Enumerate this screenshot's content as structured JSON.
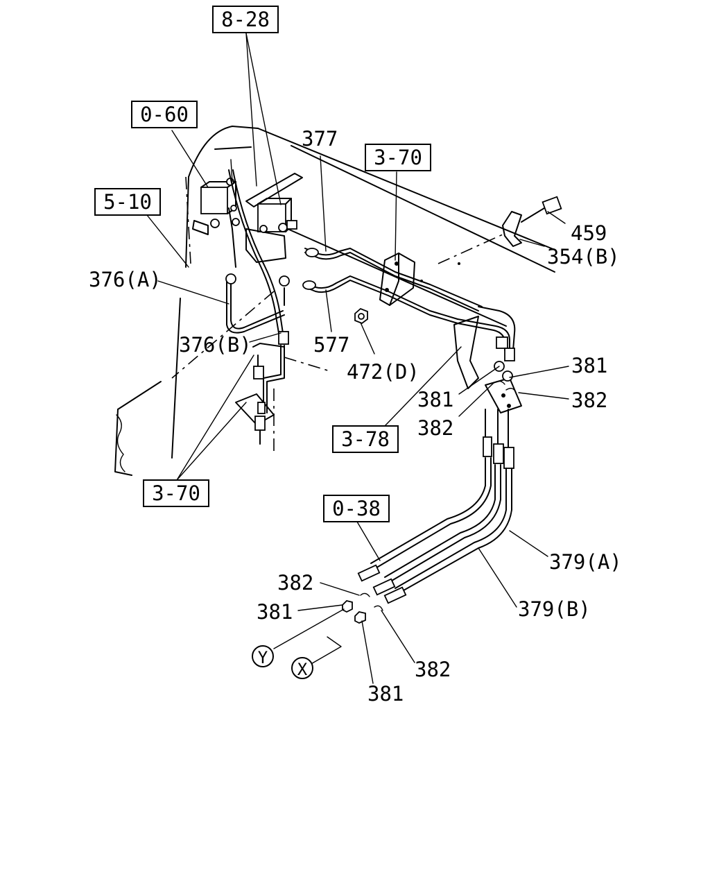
{
  "references": {
    "ref_8_28": "8-28",
    "ref_0_60": "0-60",
    "ref_5_10": "5-10",
    "ref_3_70_top": "3-70",
    "ref_3_78": "3-78",
    "ref_3_70_bottom": "3-70",
    "ref_0_38": "0-38"
  },
  "parts": {
    "p377": "377",
    "p459": "459",
    "p354b": "354(B)",
    "p376a": "376(A)",
    "p376b": "376(B)",
    "p577": "577",
    "p472d": "472(D)",
    "p381_right": "381",
    "p381_mid": "381",
    "p382_right": "382",
    "p382_mid": "382",
    "p379a": "379(A)",
    "p379b": "379(B)",
    "p382_low_left": "382",
    "p381_low_left": "381",
    "p382_low_right": "382",
    "p381_low_bottom": "381"
  },
  "connectors": {
    "y": "Y",
    "x": "X"
  }
}
